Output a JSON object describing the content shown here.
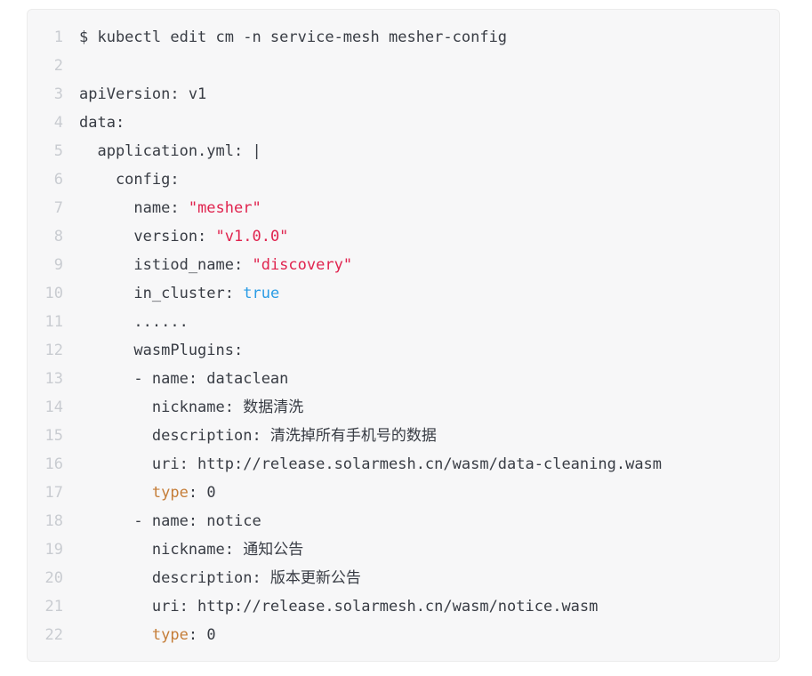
{
  "colors": {
    "background": "#f7f7f8",
    "border": "#ececec",
    "text": "#383c44",
    "line_number": "#c9ccd1",
    "string": "#e0234e",
    "boolean": "#2b9ce5",
    "keyword": "#c57d38"
  },
  "code": {
    "language": "yaml",
    "lines": [
      {
        "number": 1,
        "tokens": [
          {
            "type": "text",
            "text": "$ kubectl edit cm -n service-mesh mesher-config"
          }
        ]
      },
      {
        "number": 2,
        "tokens": []
      },
      {
        "number": 3,
        "tokens": [
          {
            "type": "text",
            "text": "apiVersion: v1"
          }
        ]
      },
      {
        "number": 4,
        "tokens": [
          {
            "type": "text",
            "text": "data:"
          }
        ]
      },
      {
        "number": 5,
        "tokens": [
          {
            "type": "text",
            "text": "  application.yml: |"
          }
        ]
      },
      {
        "number": 6,
        "tokens": [
          {
            "type": "text",
            "text": "    config:"
          }
        ]
      },
      {
        "number": 7,
        "tokens": [
          {
            "type": "text",
            "text": "      name: "
          },
          {
            "type": "string",
            "text": "\"mesher\""
          }
        ]
      },
      {
        "number": 8,
        "tokens": [
          {
            "type": "text",
            "text": "      version: "
          },
          {
            "type": "string",
            "text": "\"v1.0.0\""
          }
        ]
      },
      {
        "number": 9,
        "tokens": [
          {
            "type": "text",
            "text": "      istiod_name: "
          },
          {
            "type": "string",
            "text": "\"discovery\""
          }
        ]
      },
      {
        "number": 10,
        "tokens": [
          {
            "type": "text",
            "text": "      in_cluster: "
          },
          {
            "type": "boolean",
            "text": "true"
          }
        ]
      },
      {
        "number": 11,
        "tokens": [
          {
            "type": "text",
            "text": "      ......"
          }
        ]
      },
      {
        "number": 12,
        "tokens": [
          {
            "type": "text",
            "text": "      wasmPlugins:"
          }
        ]
      },
      {
        "number": 13,
        "tokens": [
          {
            "type": "text",
            "text": "      - name: dataclean"
          }
        ]
      },
      {
        "number": 14,
        "tokens": [
          {
            "type": "text",
            "text": "        nickname: 数据清洗"
          }
        ]
      },
      {
        "number": 15,
        "tokens": [
          {
            "type": "text",
            "text": "        description: 清洗掉所有手机号的数据"
          }
        ]
      },
      {
        "number": 16,
        "tokens": [
          {
            "type": "text",
            "text": "        uri: http://release.solarmesh.cn/wasm/data-cleaning.wasm"
          }
        ]
      },
      {
        "number": 17,
        "tokens": [
          {
            "type": "text",
            "text": "        "
          },
          {
            "type": "keyword",
            "text": "type"
          },
          {
            "type": "text",
            "text": ": 0"
          }
        ]
      },
      {
        "number": 18,
        "tokens": [
          {
            "type": "text",
            "text": "      - name: notice"
          }
        ]
      },
      {
        "number": 19,
        "tokens": [
          {
            "type": "text",
            "text": "        nickname: 通知公告"
          }
        ]
      },
      {
        "number": 20,
        "tokens": [
          {
            "type": "text",
            "text": "        description: 版本更新公告"
          }
        ]
      },
      {
        "number": 21,
        "tokens": [
          {
            "type": "text",
            "text": "        uri: http://release.solarmesh.cn/wasm/notice.wasm"
          }
        ]
      },
      {
        "number": 22,
        "tokens": [
          {
            "type": "text",
            "text": "        "
          },
          {
            "type": "keyword",
            "text": "type"
          },
          {
            "type": "text",
            "text": ": 0"
          }
        ]
      }
    ]
  }
}
